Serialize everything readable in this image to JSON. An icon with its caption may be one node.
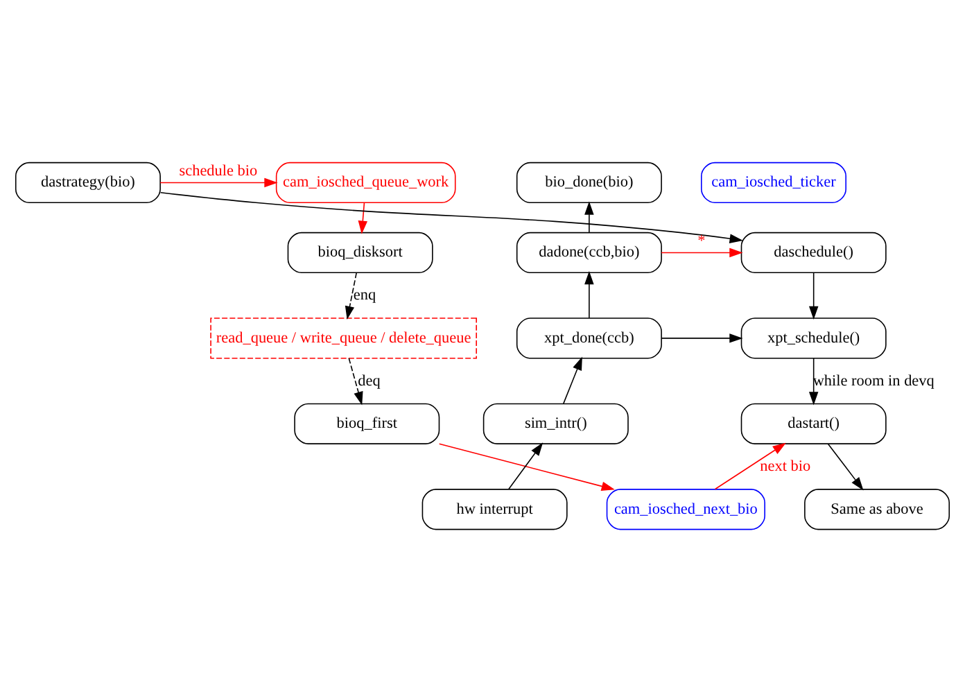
{
  "diagram": {
    "nodes": [
      {
        "text": [
          "cam_iosched_queue_work"
        ]
      },
      {
        "text": [
          "cam_iosched_ticker"
        ]
      },
      {
        "text": [
          "dastrategy(bio)"
        ]
      },
      {
        "text": [
          "bio_done(bio)"
        ]
      },
      {
        "text": [
          "bioq_disksort"
        ]
      },
      {
        "text": [
          "daschedule()"
        ]
      },
      {
        "text": [
          "dadone(ccb,bio)"
        ]
      },
      {
        "text": [
          "read_queue / write_queue / delete_queue"
        ]
      },
      {
        "text": [
          "xpt_schedule()"
        ]
      },
      {
        "text": [
          "xpt_done(ccb)"
        ]
      },
      {
        "text": [
          "bioq_first"
        ]
      },
      {
        "text": [
          "dastart()"
        ]
      },
      {
        "text": [
          "sim_intr()"
        ]
      },
      {
        "text": [
          "hw interrupt"
        ]
      },
      {
        "text": [
          "cam_iosched_next_bio"
        ]
      },
      {
        "text": [
          "Same as above"
        ]
      }
    ],
    "edges": [
      {
        "from": 2,
        "to": 0,
        "arrow": "to",
        "label": "schedule bio",
        "color": "#ff0000"
      },
      {
        "from": 0,
        "to": 4,
        "arrow": "to",
        "color": "#ff0000"
      },
      {
        "from": 4,
        "to": 7,
        "arrow": "to",
        "label": "enq",
        "style": "dashed"
      },
      {
        "from": 7,
        "to": 10,
        "arrow": "to",
        "label": "deq",
        "style": "dashed"
      },
      {
        "from": 10,
        "to": 14,
        "arrow": "to",
        "color": "#ff0000"
      },
      {
        "from": 14,
        "to": 11,
        "arrow": "to",
        "label": "next bio",
        "color": "#ff0000"
      },
      {
        "from": 2,
        "to": 5,
        "arrow": "to"
      },
      {
        "from": 5,
        "to": 8,
        "arrow": "to"
      },
      {
        "from": 8,
        "to": 11,
        "arrow": "to",
        "label": "while room in devq"
      },
      {
        "from": 11,
        "to": 15,
        "arrow": "to"
      },
      {
        "from": 6,
        "to": 5,
        "arrow": "to",
        "label": "*",
        "color": "#ff0000"
      },
      {
        "from": 6,
        "to": 3,
        "arrow": "to"
      },
      {
        "from": 9,
        "to": 6,
        "arrow": "to"
      },
      {
        "from": 9,
        "to": 8,
        "arrow": "to"
      },
      {
        "from": 12,
        "to": 9,
        "arrow": "to"
      },
      {
        "from": 13,
        "to": 12,
        "arrow": "to"
      }
    ]
  }
}
